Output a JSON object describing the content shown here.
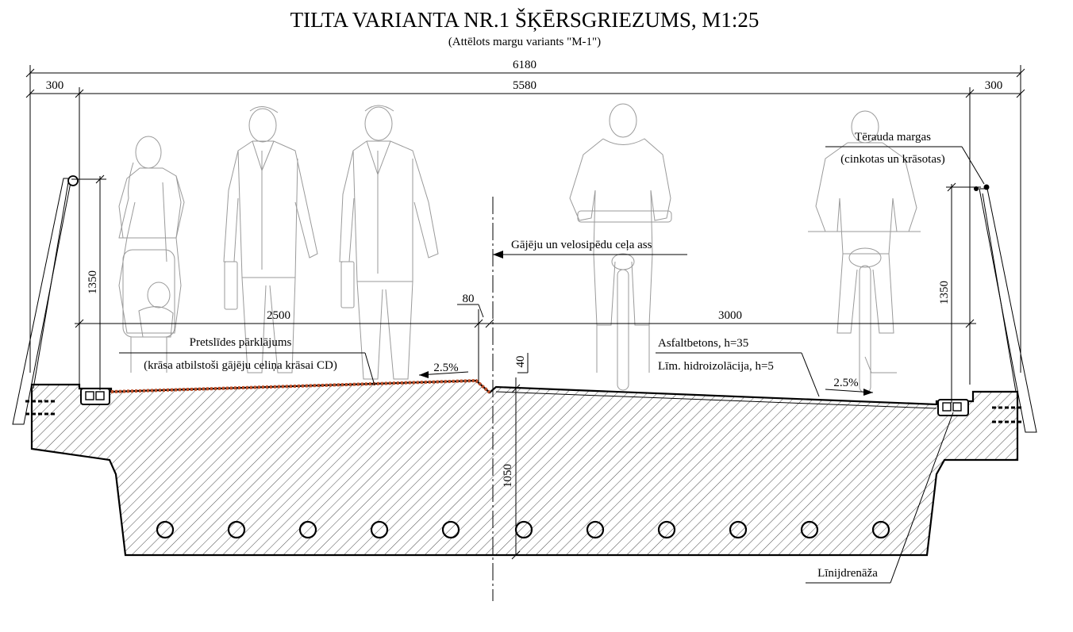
{
  "title": "TILTA VARIANTA NR.1 ŠĶĒRSGRIEZUMS, M1:25",
  "subtitle": "(Attēlots margu variants \"M-1\")",
  "dimensions": {
    "overall": "6180",
    "inner": "5580",
    "edge_left": "300",
    "edge_right": "300",
    "rail_height_left": "1350",
    "rail_height_right": "1350",
    "pedestrian_width": "2500",
    "cycle_width": "3000",
    "axis_offset": "80",
    "curb_step": "40",
    "deck_depth": "1050",
    "slope_left": "2.5%",
    "slope_right": "2.5%"
  },
  "labels": {
    "railing_line1": "Tērauda margas",
    "railing_line2": "(cinkotas un krāsotas)",
    "axis_label": "Gājēju un velosipēdu ceļa ass",
    "antislip_line1": "Pretslīdes pārklājums",
    "antislip_line2": "(krāsa atbilstoši gājēju celiņa krāsai CD)",
    "asphalt": "Asfaltbetons, h=35",
    "waterproofing": "Līm. hidroizolācija, h=5",
    "drain": "Līnijdrenāža"
  },
  "colors": {
    "antislip": "#c0502a",
    "figures": "#9a9a9a"
  }
}
